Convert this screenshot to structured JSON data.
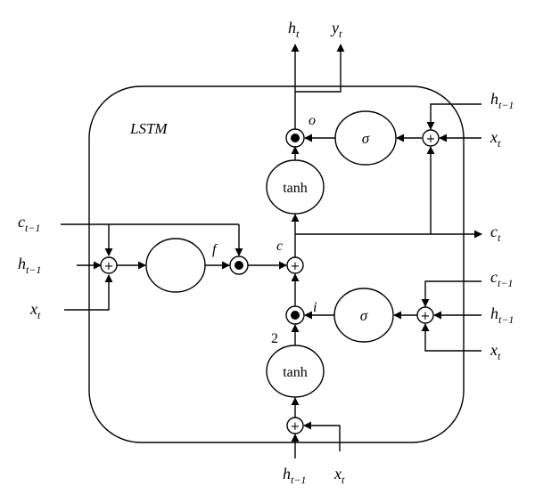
{
  "title": "LSTM",
  "labels": {
    "h_t": "h",
    "h_t_sub": "t",
    "y_t": "y",
    "y_t_sub": "t",
    "output_gate": "o",
    "forget_gate": "f",
    "input_gate": "i",
    "cell": "c",
    "cell_out": "c",
    "cell_out_sub": "t",
    "two": "2",
    "sigma": "σ",
    "tanh": "tanh"
  },
  "inputs": {
    "c_prev": "c",
    "h_prev": "h",
    "x": "x",
    "sub_prev": "t−1",
    "sub_t": "t"
  },
  "operators": {
    "plus": "+"
  }
}
